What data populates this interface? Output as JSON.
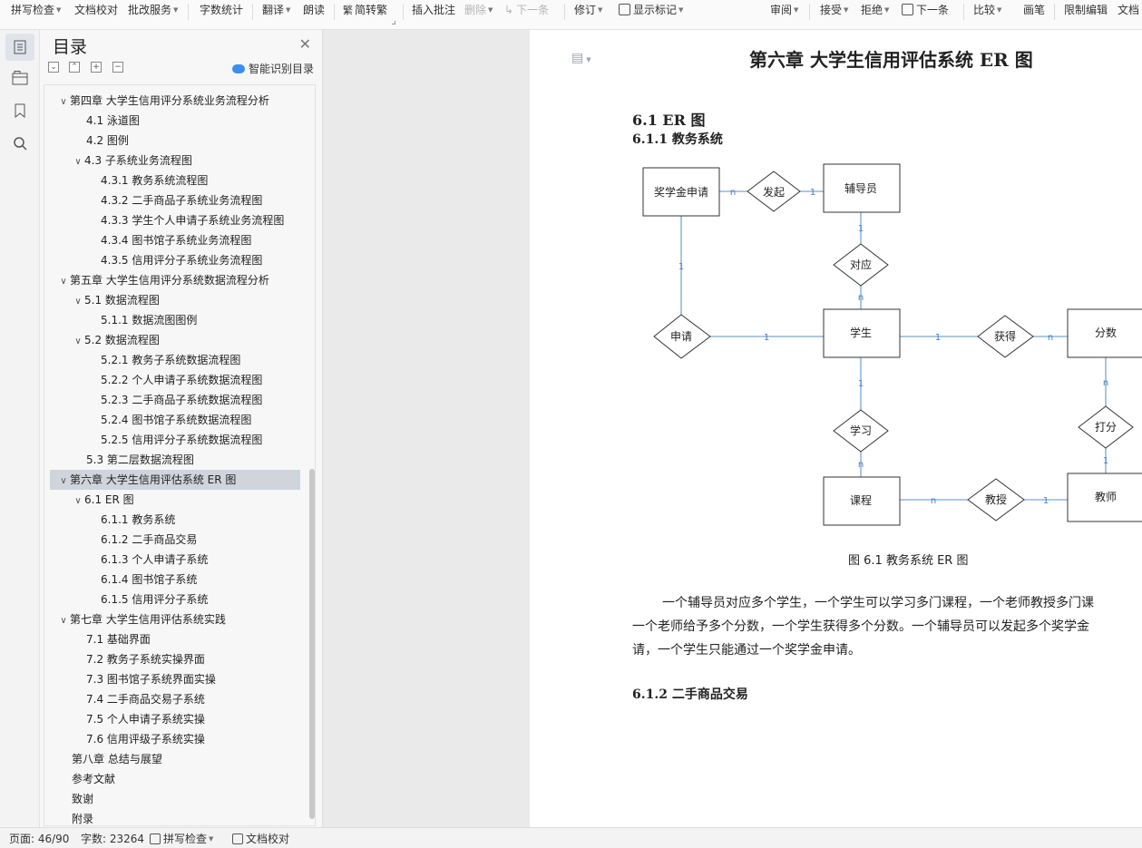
{
  "toolbar": {
    "items": [
      "拼写检查",
      "文档校对",
      "批改服务",
      "字数统计",
      "翻译",
      "朗读",
      "简转繁",
      "插入批注",
      "删除",
      "下一条",
      "修订",
      "显示标记",
      "审阅",
      "接受",
      "拒绝",
      "下一条",
      "比较",
      "画笔",
      "限制编辑",
      "文档"
    ]
  },
  "toc": {
    "title": "目录",
    "smart_label": "智能识别目录",
    "items": [
      "第四章 大学生信用评分系统业务流程分析",
      "4.1 泳道图",
      "4.2 图例",
      "4.3 子系统业务流程图",
      "4.3.1 教务系统流程图",
      "4.3.2 二手商品子系统业务流程图",
      "4.3.3 学生个人申请子系统业务流程图",
      "4.3.4 图书馆子系统业务流程图",
      "4.3.5 信用评分子系统业务流程图",
      "第五章 大学生信用评分系统数据流程分析",
      "5.1 数据流程图",
      "5.1.1 数据流图图例",
      "5.2 数据流程图",
      "5.2.1 教务子系统数据流程图",
      "5.2.2 个人申请子系统数据流程图",
      "5.2.3 二手商品子系统数据流程图",
      "5.2.4 图书馆子系统数据流程图",
      "5.2.5 信用评分子系统数据流程图",
      "5.3 第二层数据流程图",
      "第六章 大学生信用评估系统 ER 图",
      "6.1 ER 图",
      "6.1.1 教务系统",
      "6.1.2 二手商品交易",
      "6.1.3 个人申请子系统",
      "6.1.4  图书馆子系统",
      "6.1.5  信用评分子系统",
      "第七章 大学生信用评估系统实践",
      "7.1 基础界面",
      "7.2 教务子系统实操界面",
      "7.3 图书馆子系统界面实操",
      "7.4  二手商品交易子系统",
      "7.5 个人申请子系统实操",
      "7.6 信用评级子系统实操",
      "第八章 总结与展望",
      "参考文献",
      "致谢",
      "附录"
    ]
  },
  "doc": {
    "chapter_title": "第六章  大学生信用评估系统 ER 图",
    "h61": "6.1 ER 图",
    "h611": "6.1.1 教务系统",
    "caption": "图 6.1 教务系统 ER 图",
    "para1": "一个辅导员对应多个学生，一个学生可以学习多门课程，一个老师教授多门课",
    "para2": "一个老师给予多个分数，一个学生获得多个分数。一个辅导员可以发起多个奖学金",
    "para3": "请，一个学生只能通过一个奖学金申请。",
    "h612": "6.1.2 二手商品交易"
  },
  "er": {
    "entities": [
      "奖学金申请",
      "辅导员",
      "学生",
      "分数",
      "课程",
      "教师"
    ],
    "relations": [
      "发起",
      "对应",
      "申请",
      "获得",
      "学习",
      "打分",
      "教授"
    ],
    "cardinalities": [
      "n",
      "1",
      "1",
      "n",
      "1",
      "1",
      "1",
      "n",
      "1",
      "n",
      "n",
      "1",
      "n",
      "1"
    ]
  },
  "status": {
    "page": "页面: 46/90",
    "words": "字数: 23264",
    "spell": "拼写检查",
    "proof": "文档校对"
  }
}
